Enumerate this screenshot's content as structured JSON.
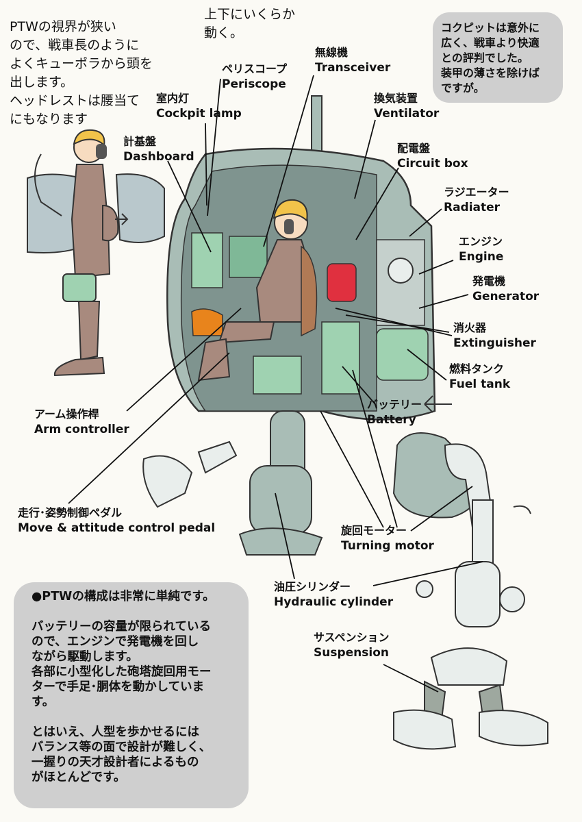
{
  "handwritten_left": "PTWの視界が狭い\nので、戦車長のように\nよくキューポラから頭を\n出します。\nヘッドレストは腰当て\nにもなります",
  "handwritten_top": "上下にいくらか\n動く。",
  "note_top_right": "コクピットは意外に\n広く、戦車より快適\nとの評判でした。\n装甲の薄さを除けば\nですが。",
  "note_bottom_left": "●PTWの構成は非常に単純です。\n\nバッテリーの容量が限られている\nので、エンジンで発電機を回し\nながら駆動します。\n各部に小型化した砲塔旋回用モー\nターで手足･胴体を動かしていま\nす。\n\nとはいえ、人型を歩かせるには\nバランス等の面で設計が難しく、\n一握りの天才設計者によるもの\nがほとんどです。",
  "labels": {
    "periscope": {
      "jp": "ペリスコープ",
      "en": "Periscope"
    },
    "transceiver": {
      "jp": "無線機",
      "en": "Transceiver"
    },
    "cockpit_lamp": {
      "jp": "室内灯",
      "en": "Cockpit lamp"
    },
    "dashboard": {
      "jp": "計基盤",
      "en": "Dashboard"
    },
    "ventilator": {
      "jp": "換気装置",
      "en": "Ventilator"
    },
    "circuit_box": {
      "jp": "配電盤",
      "en": "Circuit box"
    },
    "radiater": {
      "jp": "ラジエーター",
      "en": "Radiater"
    },
    "engine": {
      "jp": "エンジン",
      "en": "Engine"
    },
    "generator": {
      "jp": "発電機",
      "en": "Generator"
    },
    "extinguisher": {
      "jp": "消火器",
      "en": "Extinguisher"
    },
    "fuel_tank": {
      "jp": "燃料タンク",
      "en": "Fuel tank"
    },
    "battery": {
      "jp": "バッテリー",
      "en": "Battery"
    },
    "arm_controller": {
      "jp": "アーム操作桿",
      "en": "Arm controller"
    },
    "pedal": {
      "jp": "走行･姿勢制御ペダル",
      "en": "Move & attitude control pedal"
    },
    "turning_motor": {
      "jp": "旋回モーター",
      "en": "Turning motor"
    },
    "hydraulic_cylinder": {
      "jp": "油圧シリンダー",
      "en": "Hydraulic cylinder"
    },
    "suspension": {
      "jp": "サスペンション",
      "en": "Suspension"
    }
  },
  "colors": {
    "body": "#a9bdb6",
    "body_dark": "#5f7570",
    "green": "#9fd2b1",
    "red": "#e0303f",
    "orange": "#e8841c",
    "hair": "#f2c34a",
    "uniform": "#a88a7e",
    "box": "#cfcfcf"
  }
}
